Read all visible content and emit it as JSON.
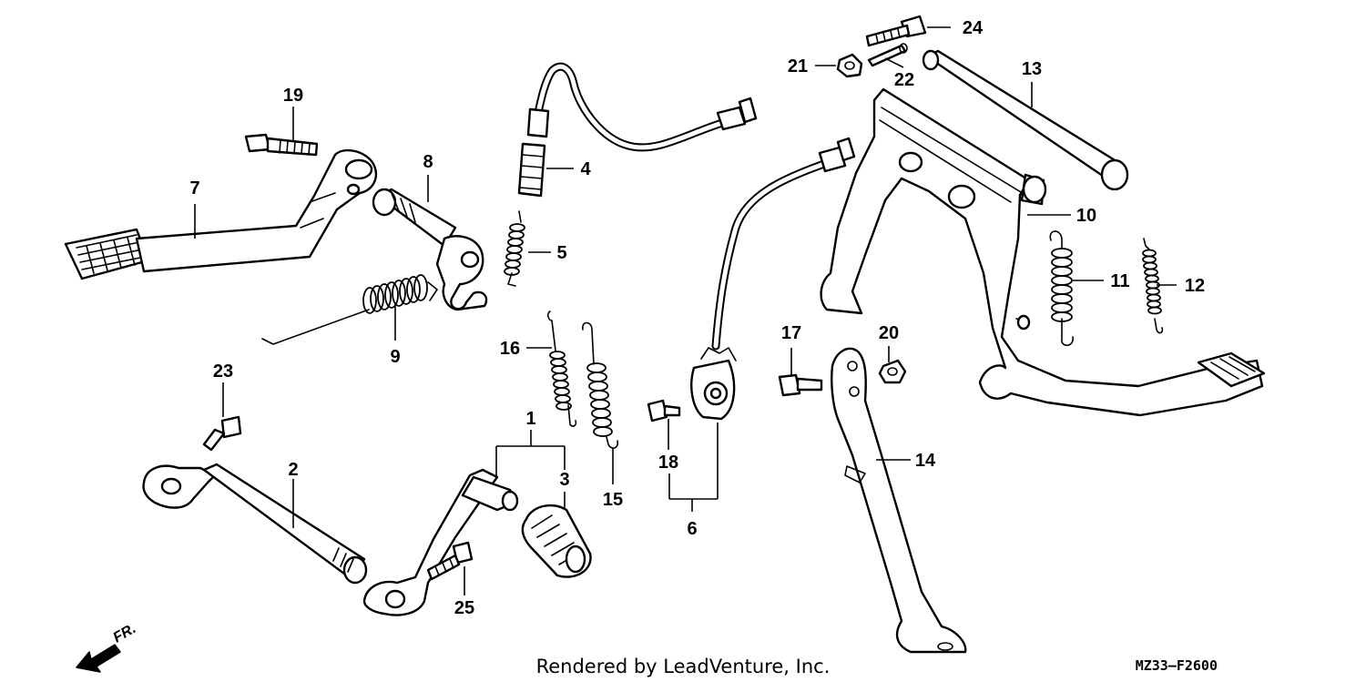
{
  "diagram": {
    "part_numbers": [
      "1",
      "2",
      "3",
      "4",
      "5",
      "6",
      "7",
      "8",
      "9",
      "10",
      "11",
      "12",
      "13",
      "14",
      "15",
      "16",
      "17",
      "18",
      "19",
      "20",
      "21",
      "22",
      "23",
      "24",
      "25"
    ],
    "footer_text": "Rendered by LeadVenture, Inc.",
    "diagram_code": "MZ33—F2600",
    "direction_label": "FR.",
    "direction_icon": "front-arrow-icon"
  }
}
